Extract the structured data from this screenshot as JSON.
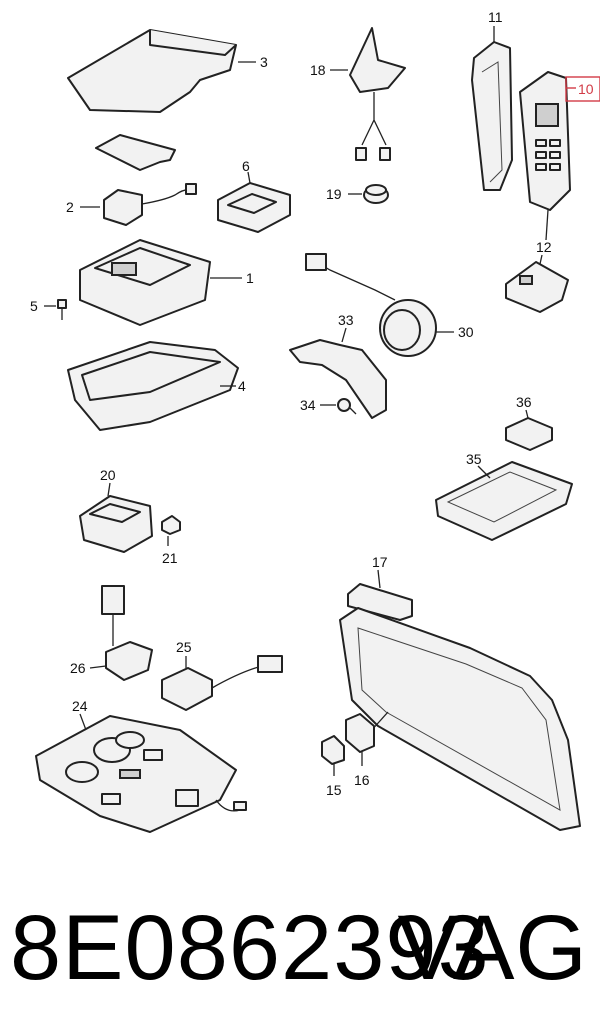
{
  "footer": {
    "part_number": "8E0862393",
    "brand": "VAG"
  },
  "highlight_color": "#d23b46",
  "callouts": {
    "n1": "1",
    "n2": "2",
    "n3": "3",
    "n4": "4",
    "n5": "5",
    "n6": "6",
    "n10": "10",
    "n11": "11",
    "n12": "12",
    "n15": "15",
    "n16": "16",
    "n17": "17",
    "n18": "18",
    "n19": "19",
    "n20": "20",
    "n21": "21",
    "n24": "24",
    "n25": "25",
    "n26": "26",
    "n30": "30",
    "n33": "33",
    "n34": "34",
    "n35": "35",
    "n36": "36"
  }
}
